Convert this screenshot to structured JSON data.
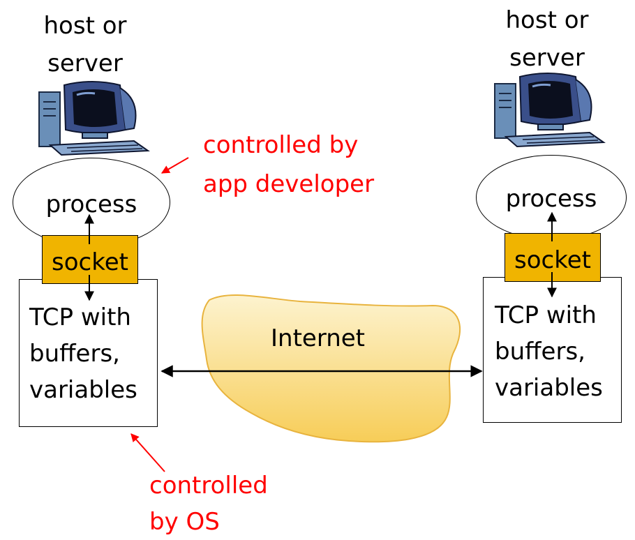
{
  "left_host": {
    "label": "host or server",
    "process": "process",
    "socket": "socket",
    "tcp": [
      "TCP with",
      "buffers,",
      "variables"
    ]
  },
  "right_host": {
    "label": "host or server",
    "process": "process",
    "socket": "socket",
    "tcp": [
      "TCP with",
      "buffers,",
      "variables"
    ]
  },
  "internet": {
    "label": "Internet"
  },
  "annotations": {
    "app_developer": [
      "controlled by",
      "app developer"
    ],
    "os": [
      "controlled",
      "by OS"
    ]
  },
  "colors": {
    "annotation": "#ff0000",
    "socket": "#f0b400",
    "cloud_top": "#fdf1c6",
    "cloud_bottom": "#f7cf5e"
  },
  "icons": [
    "computer-icon"
  ]
}
